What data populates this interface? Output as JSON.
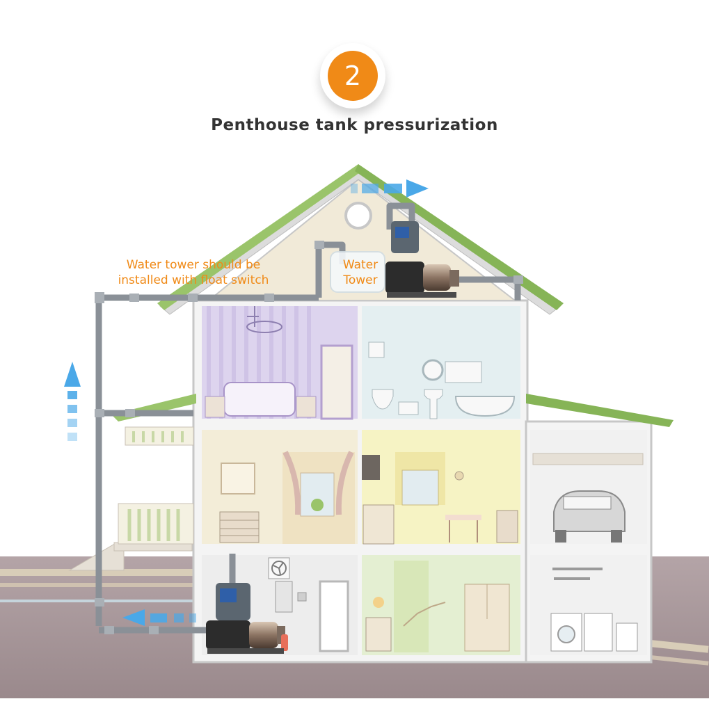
{
  "step": {
    "number": "2"
  },
  "title": "Penthouse tank pressurization",
  "annotations": {
    "float_switch_note": [
      "Water tower should be",
      "installed with float switch"
    ],
    "tower_label": [
      "Water",
      "Tower"
    ]
  },
  "colors": {
    "accent": "#f08a17",
    "title": "#333333",
    "pipe": "#8a9097",
    "flow_arrow": "#4aa8e8",
    "roof": "#8fbf5a",
    "ground": "#a7969a"
  },
  "icons": [
    "up-arrow-icon",
    "left-arrow-icon",
    "right-arrow-icon",
    "pump-icon",
    "fan-icon",
    "car-icon",
    "washing-machine-icon"
  ]
}
